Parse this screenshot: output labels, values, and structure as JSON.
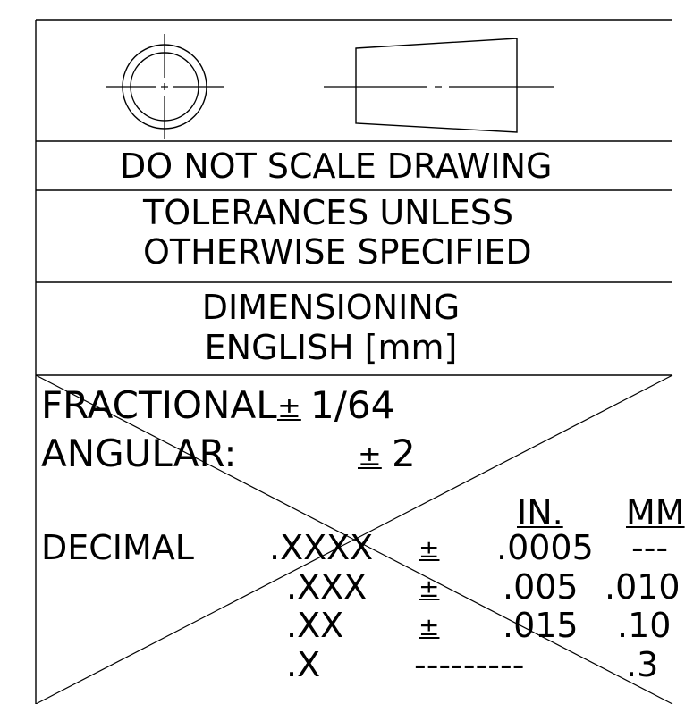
{
  "notes": {
    "do_not_scale": "DO NOT SCALE DRAWING",
    "tolerances_line1": "TOLERANCES UNLESS",
    "tolerances_line2": "OTHERWISE SPECIFIED",
    "dimensioning_line1": "DIMENSIONING",
    "dimensioning_line2": "ENGLISH [mm]"
  },
  "tolerances": {
    "fractional_label": "FRACTIONAL",
    "fractional_pm": "±",
    "fractional_value": "1/64",
    "angular_label": "ANGULAR:",
    "angular_pm": "±",
    "angular_value": "2",
    "headers": {
      "in": "IN.",
      "mm": "MM"
    },
    "decimal_label": "DECIMAL",
    "rows": [
      {
        "places": ".XXXX",
        "pm": "±",
        "inch": ".0005",
        "mm": "---"
      },
      {
        "places": ".XXX",
        "pm": "±",
        "inch": ".005",
        "mm": ".010"
      },
      {
        "places": ".XX",
        "pm": "±",
        "inch": ".015",
        "mm": ".10"
      },
      {
        "places": ".X",
        "pm": "",
        "inch": "---------",
        "mm": ".3"
      }
    ]
  },
  "symbols": {
    "projection_circle": "third-angle-projection-circle-icon",
    "projection_cone": "third-angle-projection-cone-icon"
  }
}
